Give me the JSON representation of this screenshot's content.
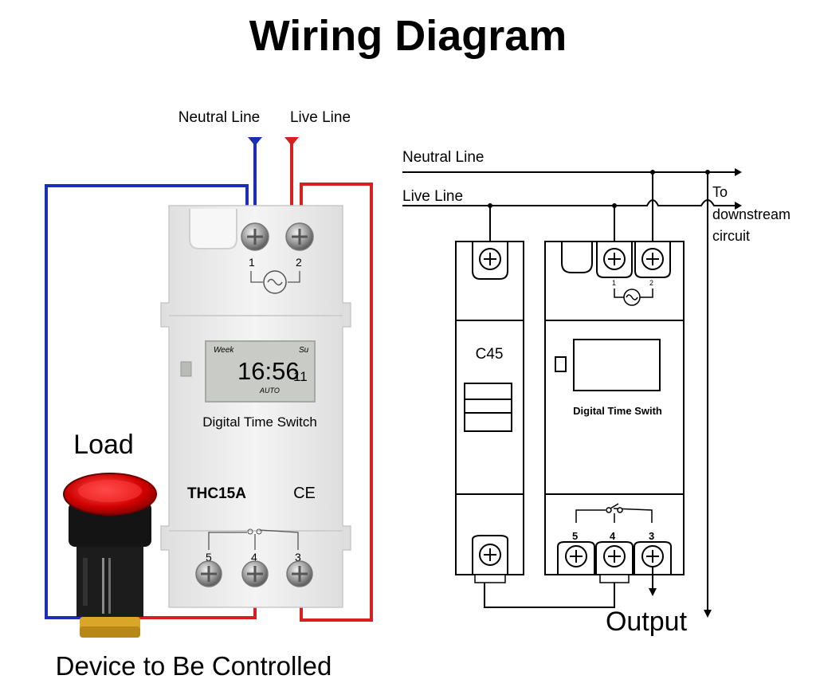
{
  "title": "Wiring Diagram",
  "left": {
    "neutral_label": "Neutral Line",
    "live_label": "Live Line",
    "terminal_top_1": "1",
    "terminal_top_2": "2",
    "lcd_week": "Week",
    "lcd_day": "Su",
    "lcd_time": "16:56",
    "lcd_seconds": "11",
    "lcd_mode": "AUTO",
    "device_name": "Digital Time Switch",
    "model": "THC15A",
    "ce_mark": "CE",
    "terminal_5": "5",
    "terminal_4": "4",
    "terminal_3": "3",
    "load_label": "Load",
    "device_caption": "Device to Be Controlled"
  },
  "right": {
    "neutral_label": "Neutral Line",
    "live_label": "Live Line",
    "to_label": "To",
    "downstream_label": "downstream",
    "circuit_label": "circuit",
    "breaker_model": "C45",
    "terminal_top_1": "1",
    "terminal_top_2": "2",
    "device_name": "Digital Time Swith",
    "terminal_5": "5",
    "terminal_4": "4",
    "terminal_3": "3",
    "output_label": "Output"
  },
  "colors": {
    "neutral_wire": "#1a2fb5",
    "live_wire": "#d42020",
    "device_body": "#ececec",
    "lcd": "#c9cbc6"
  }
}
